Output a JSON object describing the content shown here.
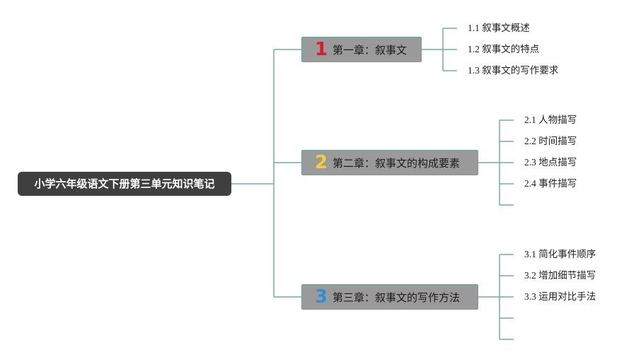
{
  "root": {
    "title": "小学六年级语文下册第三单元知识笔记"
  },
  "colors": {
    "line": "#77aba3",
    "root_bg": "#3f3f3f",
    "chapter_bg": "#9a9a9a",
    "num1": "#d01f2f",
    "num2": "#f1cf3b",
    "num3": "#2f8fd6"
  },
  "chapters": [
    {
      "num": "1",
      "title": "第一章：叙事文",
      "items": [
        "1.1 叙事文概述",
        "1.2 叙事文的特点",
        "1.3 叙事文的写作要求"
      ]
    },
    {
      "num": "2",
      "title": "第二章：叙事文的构成要素",
      "items": [
        "2.1 人物描写",
        "2.2 时间描写",
        "2.3 地点描写",
        "2.4 事件描写",
        ""
      ]
    },
    {
      "num": "3",
      "title": "第三章：叙事文的写作方法",
      "items": [
        "3.1 简化事件顺序",
        "3.2 增加细节描写",
        "3.3 运用对比手法",
        "",
        ""
      ]
    }
  ]
}
